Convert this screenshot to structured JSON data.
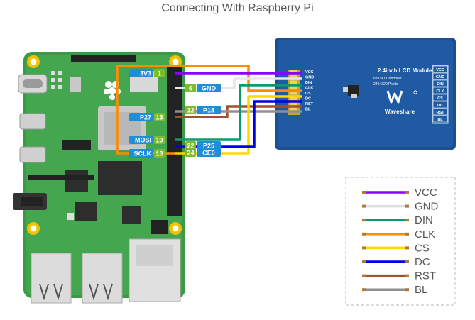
{
  "title": "Connecting With Raspberry Pi",
  "pi_labels": [
    {
      "name": "3V3",
      "pin": "1"
    },
    {
      "name": "P27",
      "pin": "13"
    },
    {
      "name": "MOSI",
      "pin": "19"
    },
    {
      "name": "SCLK",
      "pin": "13"
    }
  ],
  "right_labels": [
    {
      "pin": "6",
      "name": "GND"
    },
    {
      "pin": "12",
      "name": "P18"
    },
    {
      "pin": "22",
      "name": "P25"
    },
    {
      "pin": "24",
      "name": "CE0"
    }
  ],
  "lcd": {
    "title": "2.4inch LCD Module",
    "line1": "ILI9341 Controller",
    "line2": "240×320 Pixels",
    "brand": "Waveshare",
    "pins": [
      "VCC",
      "GND",
      "DIN",
      "CLK",
      "CS",
      "DC",
      "RST",
      "BL"
    ]
  },
  "legend": [
    {
      "label": "VCC",
      "color": "#8b00ff"
    },
    {
      "label": "GND",
      "color": "#e0e0e0"
    },
    {
      "label": "DIN",
      "color": "#0a9a6e"
    },
    {
      "label": "CLK",
      "color": "#ff8c00"
    },
    {
      "label": "CS",
      "color": "#ffd800"
    },
    {
      "label": "DC",
      "color": "#0000ee"
    },
    {
      "label": "RST",
      "color": "#a0522d"
    },
    {
      "label": "BL",
      "color": "#909090"
    }
  ]
}
